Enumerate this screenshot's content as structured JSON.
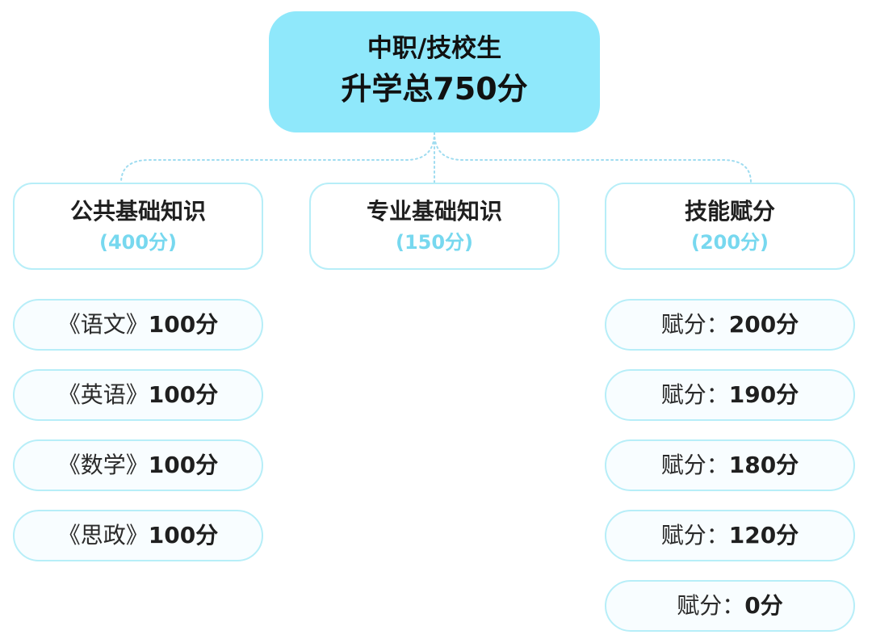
{
  "root": {
    "line1": "中职/技校生",
    "line2": "升学总750分"
  },
  "categories": [
    {
      "title": "公共基础知识",
      "score": "(400分)"
    },
    {
      "title": "专业基础知识",
      "score": "(150分)"
    },
    {
      "title": "技能赋分",
      "score": "(200分)"
    }
  ],
  "subjects": [
    {
      "label": "《语文》",
      "value": "100分"
    },
    {
      "label": "《英语》",
      "value": "100分"
    },
    {
      "label": "《数学》",
      "value": "100分"
    },
    {
      "label": "《思政》",
      "value": "100分"
    }
  ],
  "skill_scores": [
    {
      "label": "赋分：",
      "value": "200分"
    },
    {
      "label": "赋分：",
      "value": "190分"
    },
    {
      "label": "赋分：",
      "value": "180分"
    },
    {
      "label": "赋分：",
      "value": "120分"
    },
    {
      "label": "赋分：",
      "value": "0分"
    }
  ],
  "colors": {
    "root_fill": "#8fe8fb",
    "border": "#b7eef8",
    "score_text": "#77d8ef",
    "connector": "#9fdcf0",
    "pill_fill": "#f8fdff"
  }
}
